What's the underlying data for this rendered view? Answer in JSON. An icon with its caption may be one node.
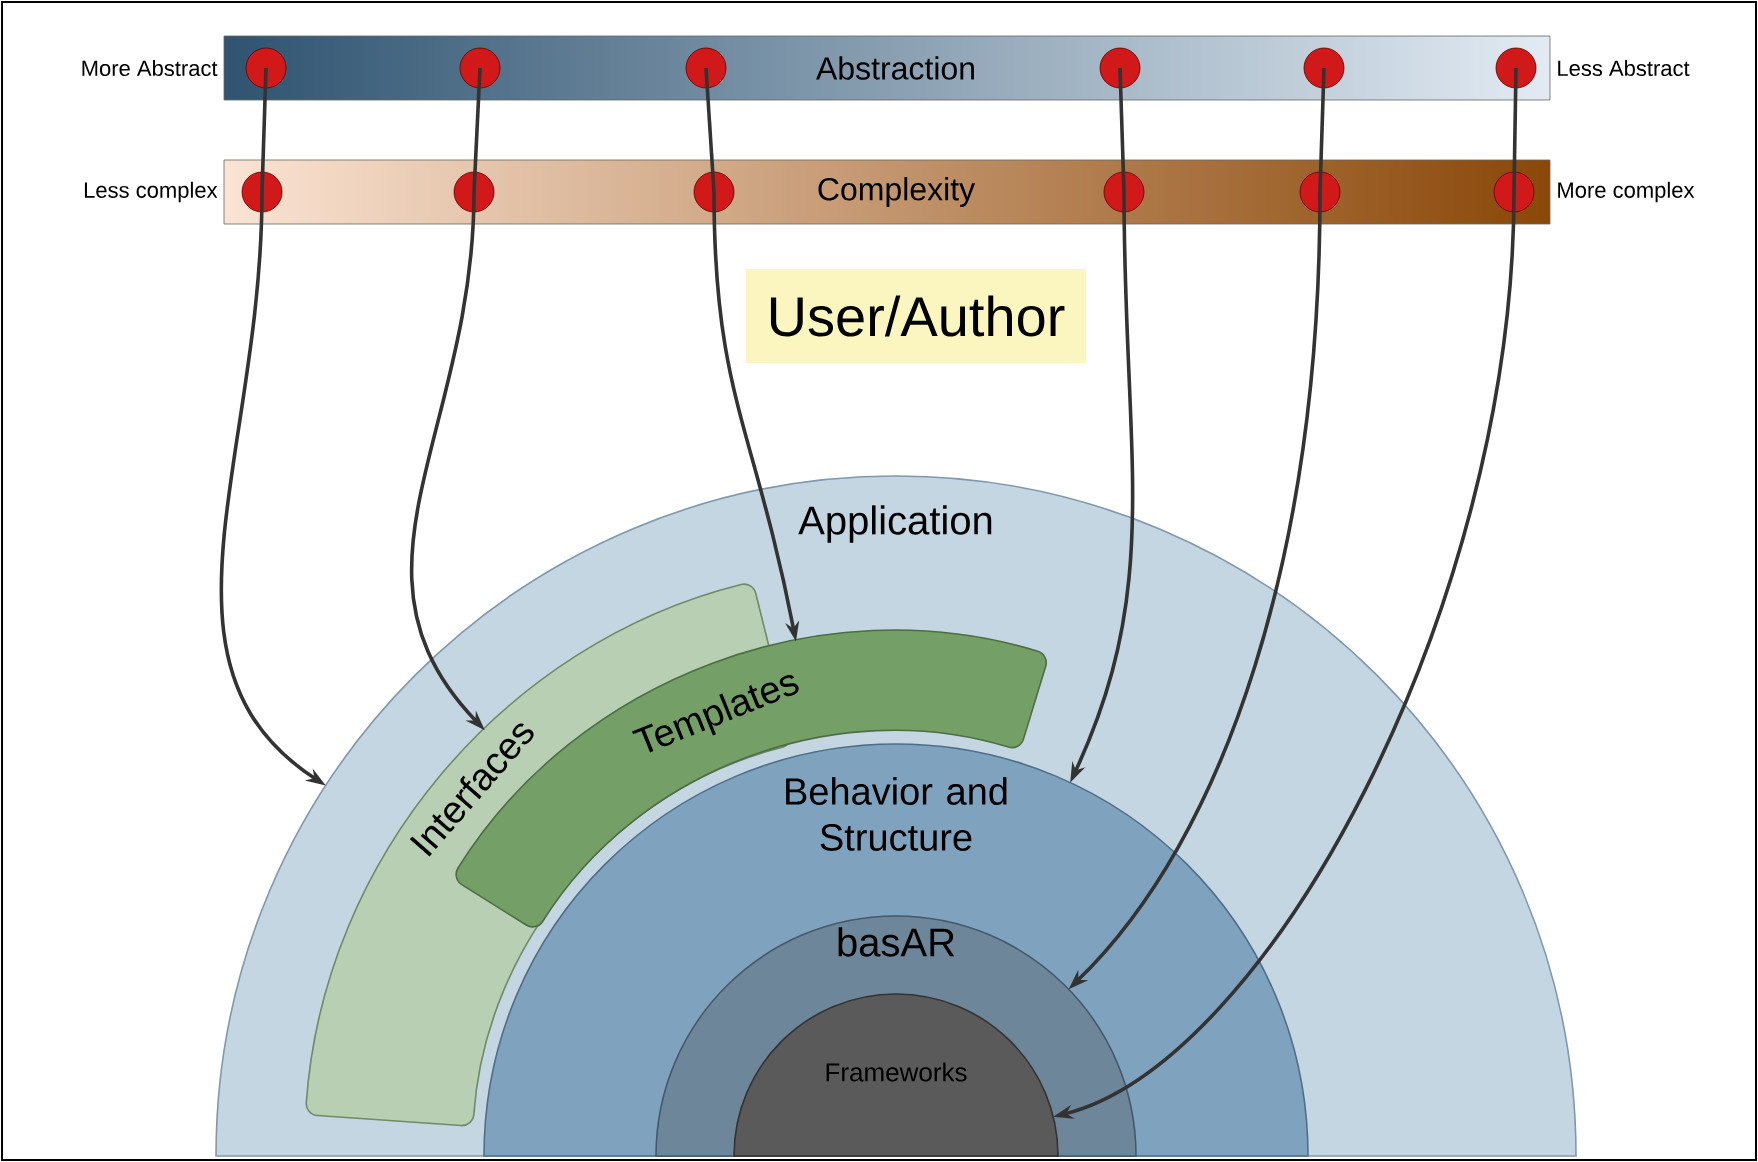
{
  "diagram": {
    "nodes": [
      {
        "text": [
          "Abstraction"
        ],
        "beside": [
          "More Abstract",
          "Less Abstract"
        ]
      },
      {
        "text": [],
        "shape": "circle",
        "in": 0
      },
      {
        "text": [],
        "shape": "circle",
        "in": 0
      },
      {
        "text": [],
        "shape": "circle",
        "in": 0
      },
      {
        "text": [],
        "shape": "circle",
        "in": 0
      },
      {
        "text": [],
        "shape": "circle",
        "in": 0
      },
      {
        "text": [],
        "shape": "circle",
        "in": 0
      },
      {
        "text": [
          "Complexity"
        ],
        "beside": [
          "Less complex",
          "More complex"
        ]
      },
      {
        "text": [],
        "shape": "circle",
        "in": 7
      },
      {
        "text": [],
        "shape": "circle",
        "in": 7
      },
      {
        "text": [],
        "shape": "circle",
        "in": 7
      },
      {
        "text": [],
        "shape": "circle",
        "in": 7
      },
      {
        "text": [],
        "shape": "circle",
        "in": 7
      },
      {
        "text": [],
        "shape": "circle",
        "in": 7
      },
      {
        "text": [
          "User/Author"
        ]
      },
      {
        "text": [
          "Application"
        ]
      },
      {
        "text": [
          "Interfaces"
        ],
        "in": 15
      },
      {
        "text": [
          "Templates"
        ],
        "in": 15
      },
      {
        "text": [
          "Behavior and Structure"
        ],
        "in": 15
      },
      {
        "text": [
          "basAR"
        ],
        "in": 18
      },
      {
        "text": [
          "Frameworks"
        ],
        "in": 19
      }
    ],
    "edges": [
      {
        "from": 1,
        "to": 8,
        "arrow": "none"
      },
      {
        "from": 8,
        "to": 15,
        "arrow": "to"
      },
      {
        "from": 2,
        "to": 9,
        "arrow": "none"
      },
      {
        "from": 9,
        "to": 16,
        "arrow": "to"
      },
      {
        "from": 3,
        "to": 10,
        "arrow": "none"
      },
      {
        "from": 10,
        "to": 17,
        "arrow": "to"
      },
      {
        "from": 4,
        "to": 11,
        "arrow": "none"
      },
      {
        "from": 11,
        "to": 18,
        "arrow": "to"
      },
      {
        "from": 5,
        "to": 12,
        "arrow": "none"
      },
      {
        "from": 12,
        "to": 19,
        "arrow": "to"
      },
      {
        "from": 6,
        "to": 13,
        "arrow": "none"
      },
      {
        "from": 13,
        "to": 20,
        "arrow": "to"
      }
    ]
  }
}
